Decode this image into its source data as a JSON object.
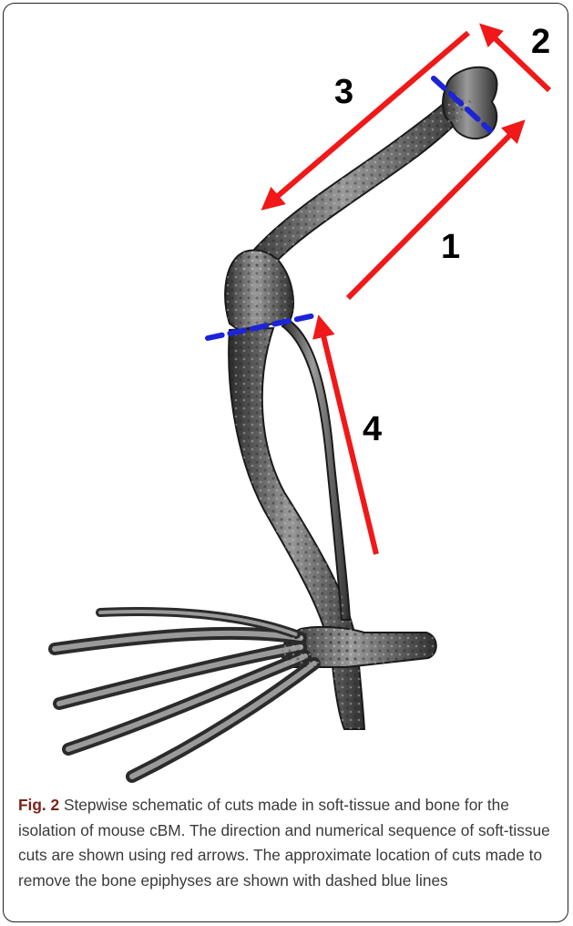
{
  "figure": {
    "step_labels": [
      "1",
      "2",
      "3",
      "4"
    ],
    "colors": {
      "arrow": "#f01818",
      "cut_line": "#1c24d8",
      "bone_dark": "#2b2b2b",
      "bone_mid": "#6e6e6e",
      "bone_light": "#b4b4b4",
      "caption_label": "#7a2318",
      "caption_text": "#3a3a3a"
    }
  },
  "caption": {
    "label": "Fig. 2",
    "text": "Stepwise schematic of cuts made in soft-tissue and bone for the isolation of mouse cBM. The direction and numerical sequence of soft-tissue cuts are shown using red arrows. The approximate location of cuts made to remove the bone epiphyses are shown with dashed blue lines"
  }
}
